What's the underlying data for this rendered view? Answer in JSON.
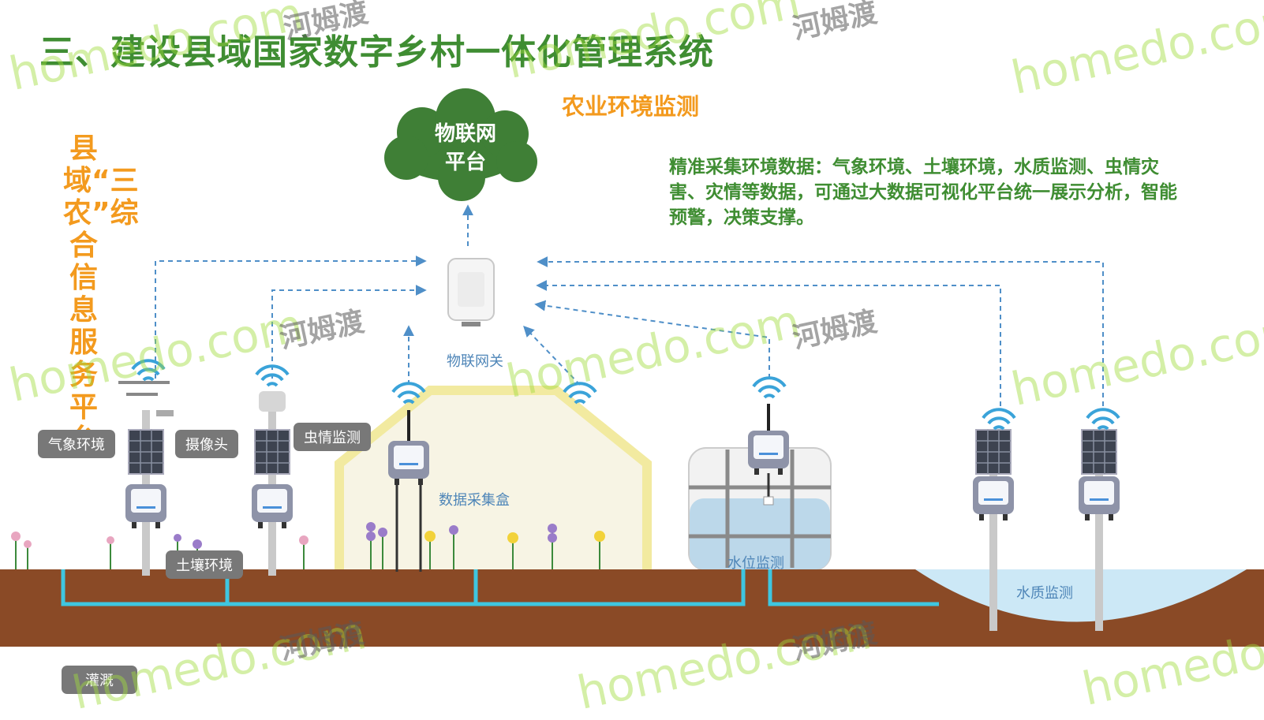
{
  "title": "三、建设县域国家数字乡村一体化管理系统",
  "side_title": "县域“三农”综合信息服务平台",
  "section_title": "农业环境监测",
  "description": "精准采集环境数据：气象环境、土壤环境，水质监测、虫情灾害、灾情等数据，可通过大数据可视化平台统一展示分析，智能预警，决策支撑。",
  "cloud": {
    "line1": "物联网",
    "line2": "平台"
  },
  "labels": {
    "gateway": "物联网关",
    "weather": "气象环境",
    "camera": "摄像头",
    "pest": "虫情监测",
    "soil": "土壤环境",
    "data_box": "数据采集盒",
    "water_level": "水位监测",
    "water_quality": "水质监测",
    "irrigation": "灌溉"
  },
  "watermark": {
    "en": "homedo.com",
    "cn": "河姆渡"
  },
  "colors": {
    "title_green": "#3f8d32",
    "orange": "#f39a1e",
    "soil": "#8a4a26",
    "pipe": "#3ec6e0",
    "cloud": "#3f7f36",
    "pill": "#787878"
  }
}
